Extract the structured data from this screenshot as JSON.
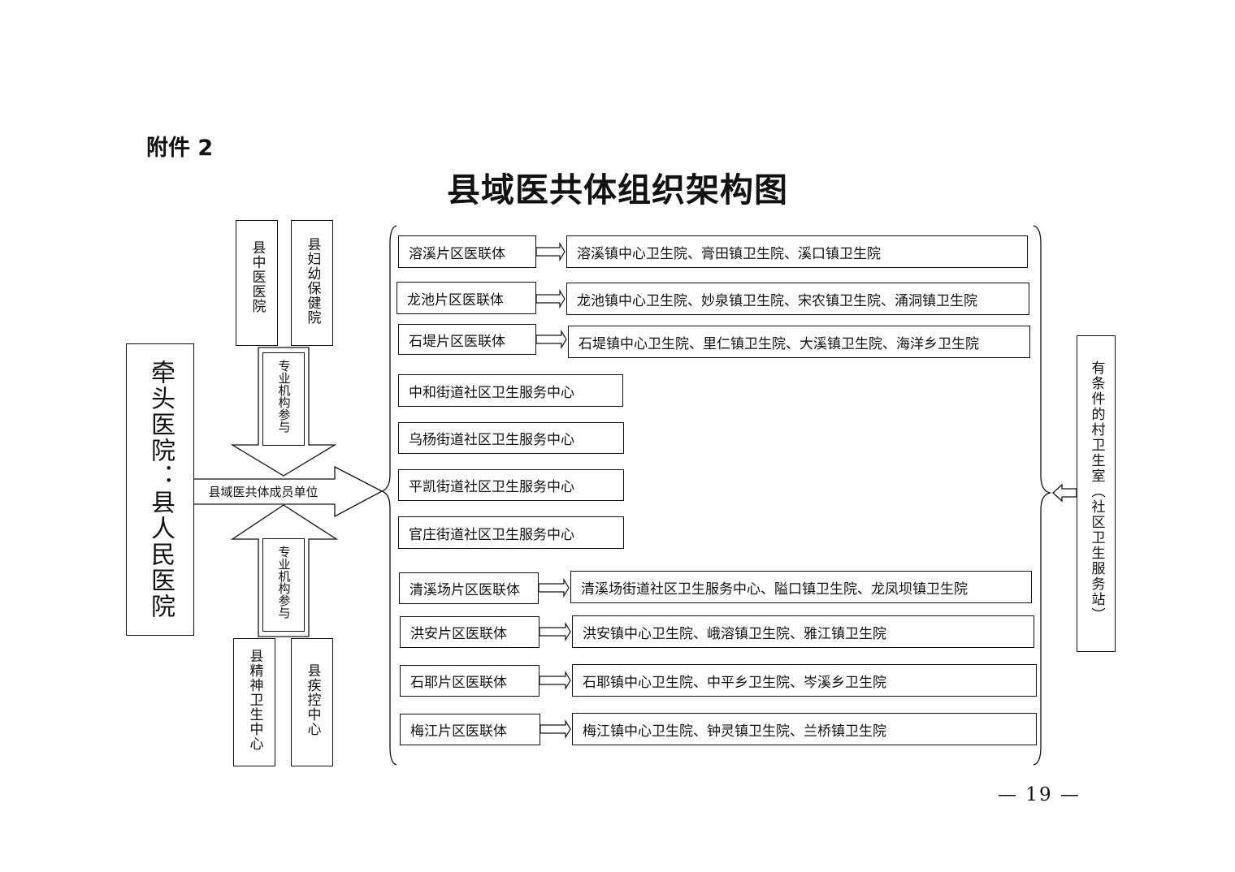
{
  "header": {
    "attachment_label": "附件 2",
    "title": "县域医共体组织架构图"
  },
  "lead": {
    "label": "牵头医院：县人民医院"
  },
  "top_units": [
    "县中医医院",
    "县妇幼保健院"
  ],
  "bottom_units": [
    "县精神卫生中心",
    "县疾控中心"
  ],
  "participation_label": "专业机构参与",
  "member_units_label": "县域医共体成员单位",
  "right": {
    "label": "有条件的村卫生室（社区卫生服务站）"
  },
  "groups": [
    {
      "name": "溶溪片区医联体",
      "members": "溶溪镇中心卫生院、膏田镇卫生院、溪口镇卫生院"
    },
    {
      "name": "龙池片区医联体",
      "members": "龙池镇中心卫生院、妙泉镇卫生院、宋农镇卫生院、涌洞镇卫生院"
    },
    {
      "name": "石堤片区医联体",
      "members": "石堤镇中心卫生院、里仁镇卫生院、大溪镇卫生院、海洋乡卫生院"
    },
    {
      "name": "中和街道社区卫生服务中心"
    },
    {
      "name": "乌杨街道社区卫生服务中心"
    },
    {
      "name": "平凯街道社区卫生服务中心"
    },
    {
      "name": "官庄街道社区卫生服务中心"
    },
    {
      "name": "清溪场片区医联体",
      "members": "清溪场街道社区卫生服务中心、隘口镇卫生院、龙凤坝镇卫生院"
    },
    {
      "name": "洪安片区医联体",
      "members": "洪安镇中心卫生院、峨溶镇卫生院、雅江镇卫生院"
    },
    {
      "name": "石耶片区医联体",
      "members": "石耶镇中心卫生院、中平乡卫生院、岑溪乡卫生院"
    },
    {
      "name": "梅江片区医联体",
      "members": "梅江镇中心卫生院、钟灵镇卫生院、兰桥镇卫生院"
    }
  ],
  "footer": {
    "page_number": "— 19 —"
  }
}
